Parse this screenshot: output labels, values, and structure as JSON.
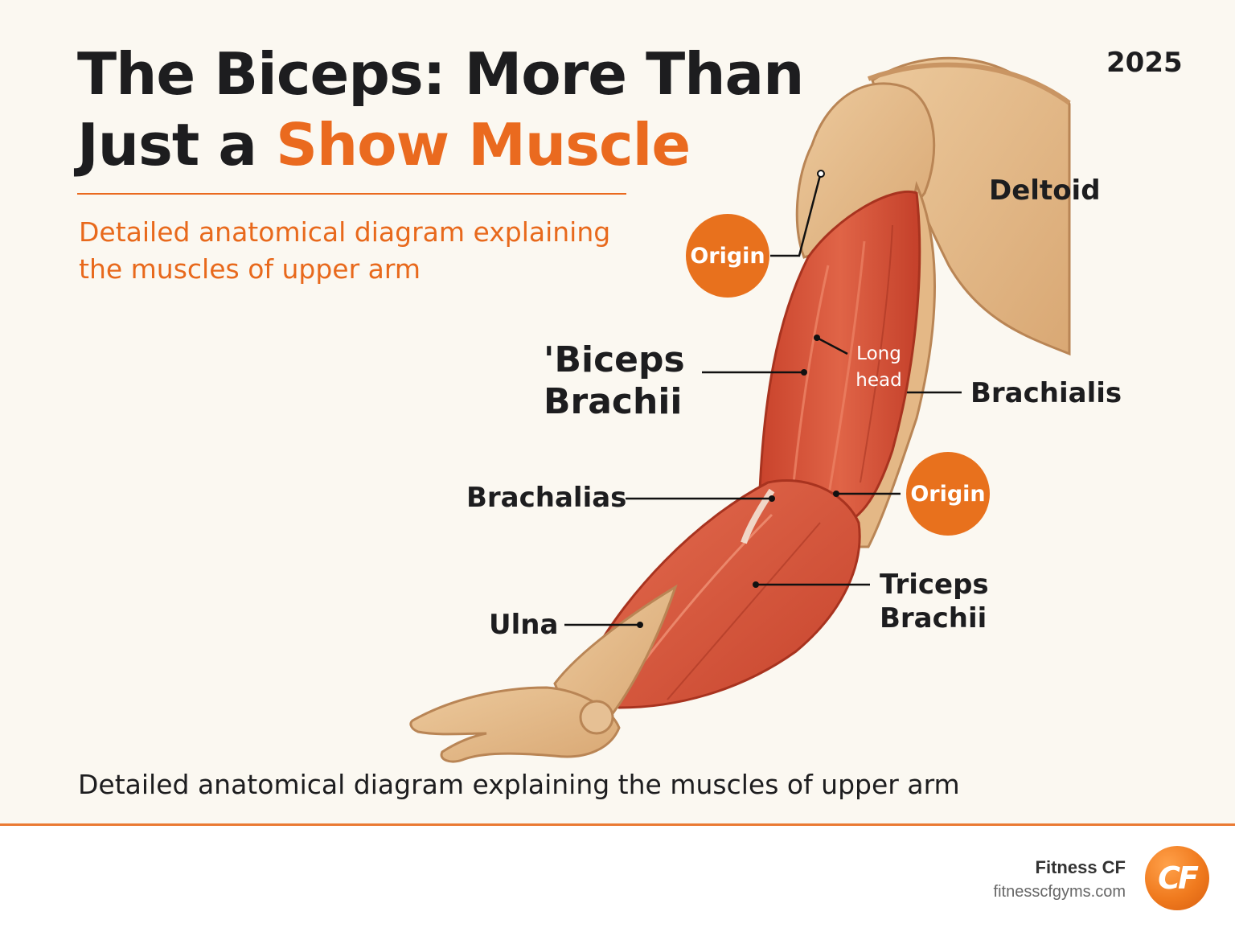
{
  "header": {
    "title_line1": "The Biceps: More Than",
    "title_line2_plain": "Just a",
    "title_line2_accent": "Show Muscle",
    "subtitle": "Detailed anatomical diagram explaining the muscles of upper arm",
    "year": "2025"
  },
  "labels": {
    "deltoid": "Deltoid",
    "origin_top": "Origin",
    "origin_bottom": "Origin",
    "biceps_line1": "'Biceps",
    "biceps_line2": "Brachii",
    "long_head_line1": "Long",
    "long_head_line2": "head",
    "brachialis": "Brachialis",
    "brachalias": "Brachalias",
    "triceps_line1": "Triceps",
    "triceps_line2": "Brachii",
    "ulna": "Ulna"
  },
  "caption": "Detailed anatomical diagram explaining the muscles of upper arm",
  "footer": {
    "brand": "Fitness CF",
    "url": "fitnesscfgyms.com",
    "logo_text": "CF"
  },
  "colors": {
    "accent": "#ea6a1f",
    "muscle": "#d8543a",
    "skin": "#e2b98a",
    "text": "#1d1d1f"
  }
}
